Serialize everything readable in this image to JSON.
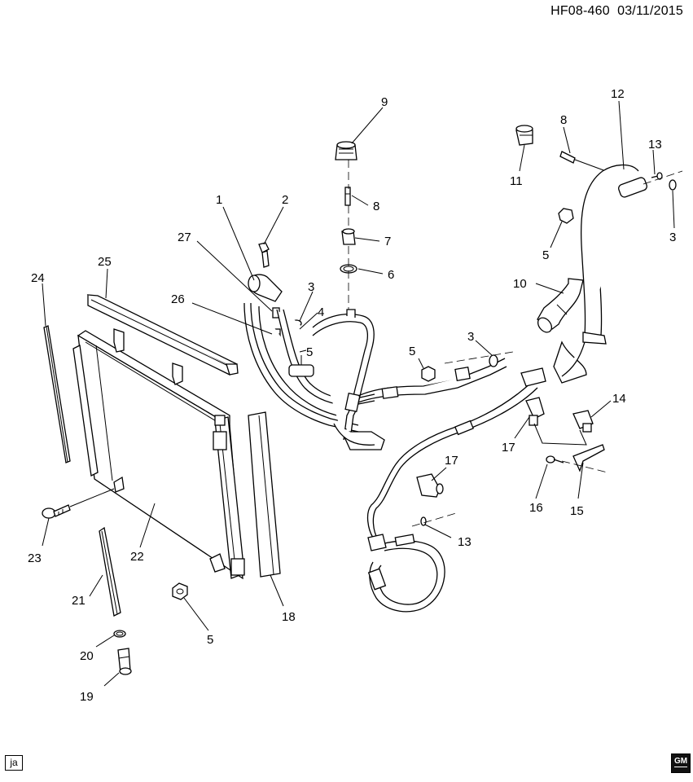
{
  "header": {
    "code": "HF08-460",
    "date": "03/11/2015"
  },
  "footer": {
    "initials": "ja",
    "logo_text": "GM"
  },
  "callouts": [
    "1",
    "2",
    "3",
    "4",
    "5",
    "6",
    "7",
    "8",
    "9",
    "10",
    "11",
    "12",
    "13",
    "14",
    "15",
    "16",
    "17",
    "18",
    "19",
    "20",
    "21",
    "22",
    "23",
    "24",
    "25",
    "26",
    "27"
  ]
}
